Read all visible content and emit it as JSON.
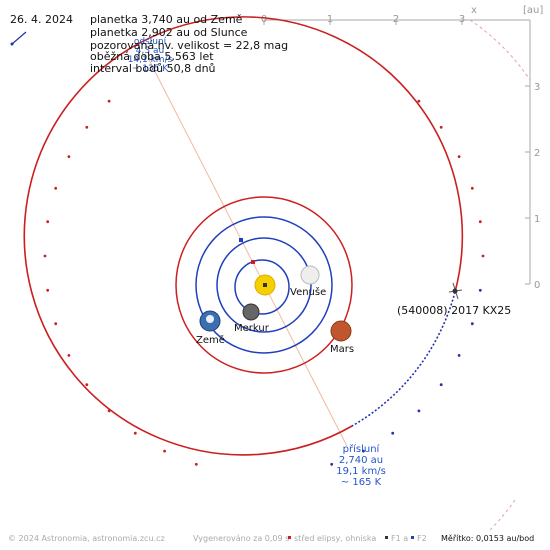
{
  "header": {
    "date": "26. 4. 2024",
    "line1": "planetka 3,740 au od Země",
    "line2": "planetka 2,902 au od Slunce",
    "line3": "pozorovaná hv. velikost = 22,8 mag",
    "line4": "oběžná doba 5,563 let",
    "line5": "interval bodů 50,8 dnů"
  },
  "axes": {
    "x_label": "x",
    "unit_label": "[au]",
    "x_ticks": [
      "0",
      "1",
      "2",
      "3"
    ],
    "y_ticks": [
      "3",
      "2",
      "1",
      "0"
    ]
  },
  "bodies": {
    "venus": "Venuše",
    "mercury": "Merkur",
    "earth": "Země",
    "mars": "Mars",
    "asteroid": "(540008) 2017 KX25"
  },
  "perihelion": {
    "title": "přísluní",
    "distance": "2,740 au",
    "speed": "19,1 km/s",
    "temp": "~ 165 K"
  },
  "aphelion_overlap": {
    "line1": "odsluní",
    "line2": "4,3 au",
    "line3": "14,1 km/s",
    "line4": "~ 135 K"
  },
  "footer": {
    "copyright": "© 2024 Astronomia, astronomia.zcu.cz",
    "generated": "Vygenerováno za 0,09 s",
    "center_label": "střed elipsy, ohniska",
    "f1": "F1 a",
    "f2": "F2",
    "scale": "Měřítko: 0,0153 au/bod"
  },
  "colors": {
    "mars_orbit": "#cc1f1f",
    "earth_orbit": "#1f3fbf",
    "asteroid_orbit_near": "#2233aa",
    "asteroid_orbit_far": "#cc1f1f",
    "axis_gray": "#999999",
    "label_blue": "#2255cc",
    "sun": "#f5d000"
  }
}
